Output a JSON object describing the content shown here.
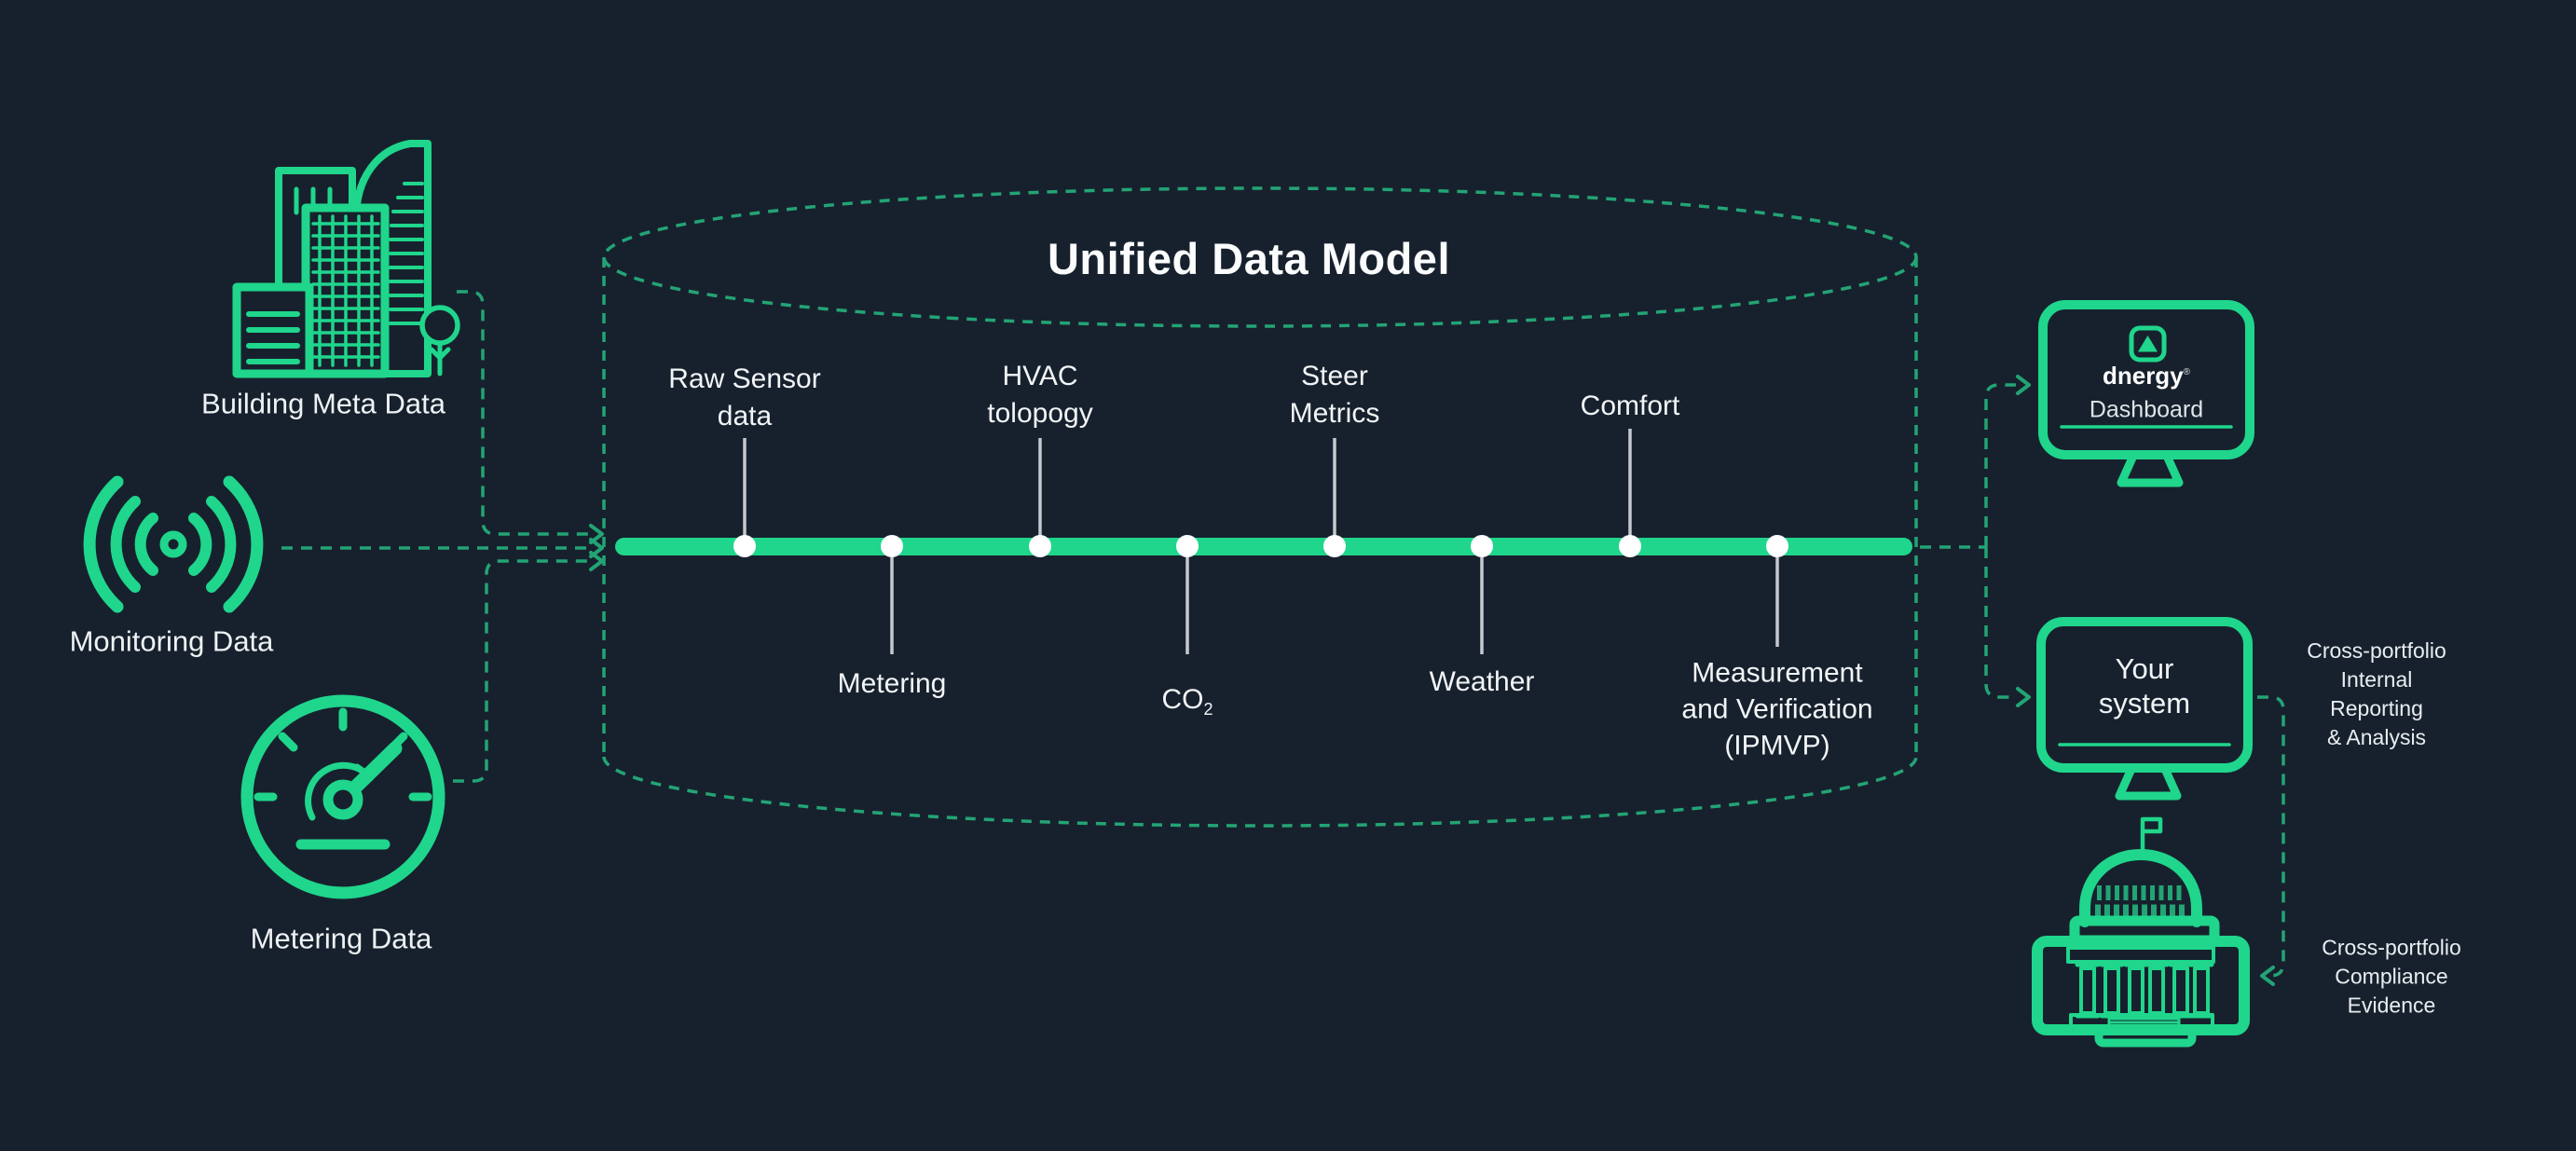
{
  "title": "Unified Data Model",
  "sources": {
    "building": {
      "label": "Building Meta Data",
      "icon": "buildings-icon"
    },
    "monitoring": {
      "label": "Monitoring Data",
      "icon": "radio-waves-icon"
    },
    "metering": {
      "label": "Metering Data",
      "icon": "gauge-icon"
    }
  },
  "timeline": {
    "raw_sensor": "Raw Sensor\ndata",
    "metering": "Metering",
    "hvac": "HVAC\ntolopogy",
    "co2_base": "CO",
    "co2_sub": "2",
    "steer": "Steer\nMetrics",
    "weather": "Weather",
    "comfort": "Comfort",
    "mv": "Measurement\nand Verification\n(IPMVP)"
  },
  "outputs": {
    "dashboard_brand": "dnergy",
    "dashboard_mark": "®",
    "dashboard_label": "Dashboard",
    "your_system": "Your\nsystem",
    "reporting_note": "Cross-portfolio\nInternal\nReporting\n& Analysis",
    "compliance_note": "Cross-portfolio\nCompliance\nEvidence"
  },
  "colors": {
    "background": "#17212D",
    "green_bright": "#1FD68C",
    "green_dash": "#23A475",
    "dot_white": "#FFFFFF",
    "label_line_gray": "#C3C9CE",
    "text_white": "#F2F5F7"
  }
}
